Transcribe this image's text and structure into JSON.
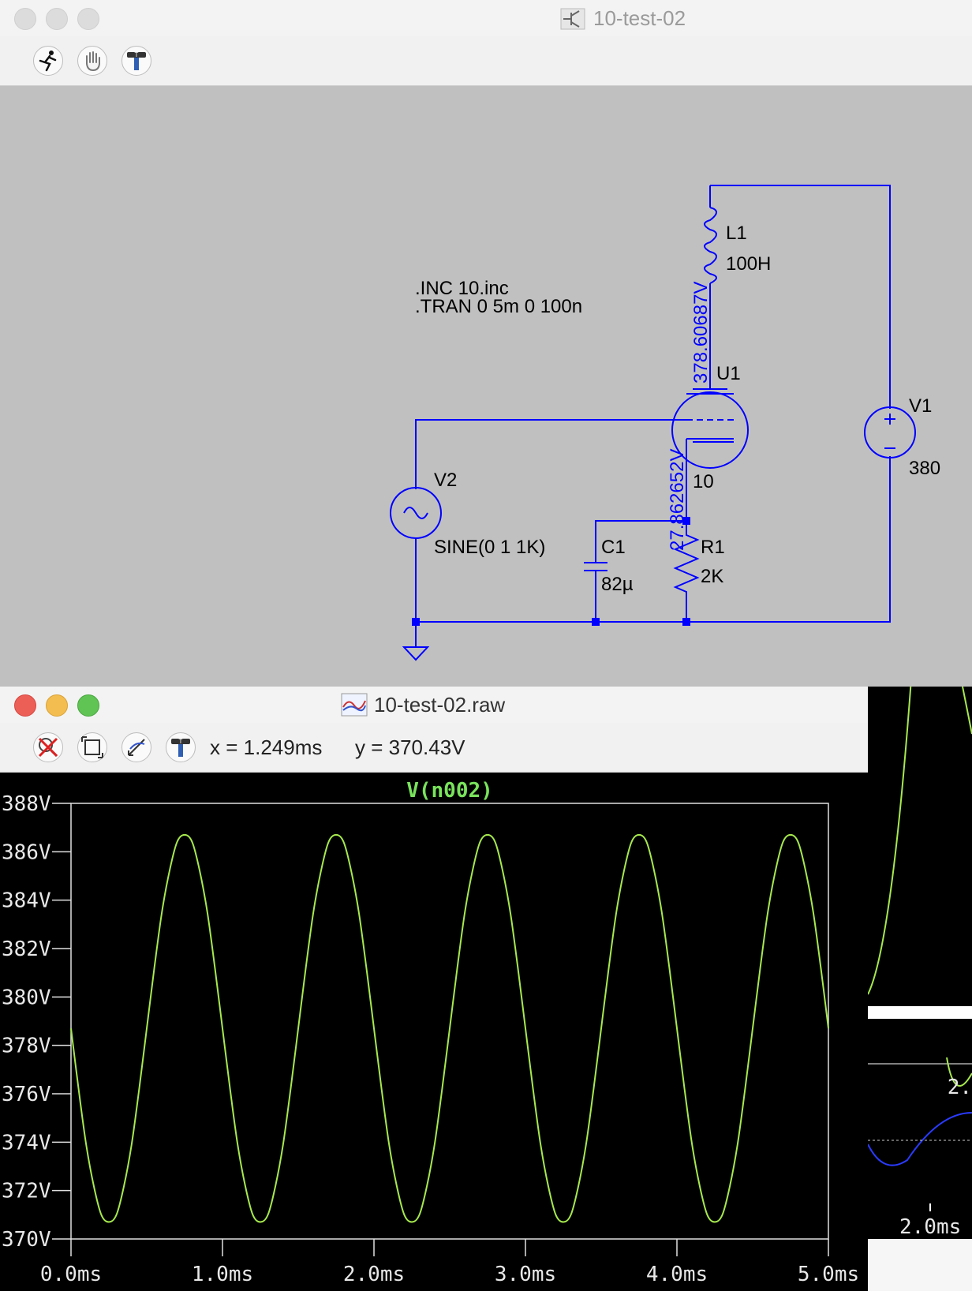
{
  "schematic_window": {
    "title": "10-test-02",
    "toolbar": {
      "icons": [
        "run-icon",
        "hand-icon",
        "hammer-icon"
      ]
    },
    "directives": [
      ".INC 10.inc",
      ".TRAN 0 5m 0 100n"
    ],
    "components": {
      "L1": {
        "name": "L1",
        "value": "100H"
      },
      "U1": {
        "name": "U1",
        "value": "10"
      },
      "V1": {
        "name": "V1",
        "value": "380"
      },
      "V2": {
        "name": "V2",
        "value": "SINE(0 1 1K)"
      },
      "C1": {
        "name": "C1",
        "value": "82µ"
      },
      "R1": {
        "name": "R1",
        "value": "2K"
      }
    },
    "node_voltages": {
      "plate": "378.60687V",
      "cathode": "27.862652V"
    },
    "colors": {
      "wire": "#0000ff",
      "background": "#c0c0c0"
    }
  },
  "waveform_window": {
    "title": "10-test-02.raw",
    "toolbar": {
      "icons": [
        "zoom-cancel-icon",
        "autorange-icon",
        "zoom-back-icon",
        "hammer-icon"
      ]
    },
    "readout": {
      "x": "x = 1.249ms",
      "y": "y = 370.43V"
    },
    "colors": {
      "trace": "#a6e94d",
      "background": "#000000",
      "trace_label": "#79e35c"
    }
  },
  "chart_data": {
    "type": "line",
    "title": "V(n002)",
    "xlabel": "",
    "ylabel": "",
    "xlim": [
      0,
      5
    ],
    "ylim": [
      370,
      388
    ],
    "x_ticks": [
      "0.0ms",
      "1.0ms",
      "2.0ms",
      "3.0ms",
      "4.0ms",
      "5.0ms"
    ],
    "y_ticks": [
      "388V",
      "386V",
      "384V",
      "382V",
      "380V",
      "378V",
      "376V",
      "374V",
      "372V",
      "370V"
    ],
    "series": [
      {
        "name": "V(n002)",
        "x": [
          0,
          0.05,
          0.1,
          0.15,
          0.2,
          0.25,
          0.3,
          0.35,
          0.4,
          0.45,
          0.5,
          0.55,
          0.6,
          0.65,
          0.7,
          0.75,
          0.8,
          0.85,
          0.9,
          0.95,
          1.0,
          1.05,
          1.1,
          1.15,
          1.2,
          1.25,
          1.3,
          1.35,
          1.4,
          1.45,
          1.5,
          1.55,
          1.6,
          1.65,
          1.7,
          1.75,
          1.8,
          1.85,
          1.9,
          1.95,
          2.0,
          2.05,
          2.1,
          2.15,
          2.2,
          2.25,
          2.3,
          2.35,
          2.4,
          2.45,
          2.5,
          2.55,
          2.6,
          2.65,
          2.7,
          2.75,
          2.8,
          2.85,
          2.9,
          2.95,
          3.0,
          3.05,
          3.1,
          3.15,
          3.2,
          3.25,
          3.3,
          3.35,
          3.4,
          3.45,
          3.5,
          3.55,
          3.6,
          3.65,
          3.7,
          3.75,
          3.8,
          3.85,
          3.9,
          3.95,
          4.0,
          4.05,
          4.1,
          4.15,
          4.2,
          4.25,
          4.3,
          4.35,
          4.4,
          4.45,
          4.5,
          4.55,
          4.6,
          4.65,
          4.7,
          4.75,
          4.8,
          4.85,
          4.9,
          4.95,
          5.0
        ],
        "y": [
          378.7,
          376.2,
          373.9,
          372.2,
          371.0,
          370.7,
          371.0,
          372.2,
          373.9,
          376.2,
          378.7,
          381.2,
          383.5,
          385.2,
          386.4,
          386.7,
          386.4,
          385.2,
          383.5,
          381.2,
          378.7,
          376.2,
          373.9,
          372.2,
          371.0,
          370.7,
          371.0,
          372.2,
          373.9,
          376.2,
          378.7,
          381.2,
          383.5,
          385.2,
          386.4,
          386.7,
          386.4,
          385.2,
          383.5,
          381.2,
          378.7,
          376.2,
          373.9,
          372.2,
          371.0,
          370.7,
          371.0,
          372.2,
          373.9,
          376.2,
          378.7,
          381.2,
          383.5,
          385.2,
          386.4,
          386.7,
          386.4,
          385.2,
          383.5,
          381.2,
          378.7,
          376.2,
          373.9,
          372.2,
          371.0,
          370.7,
          371.0,
          372.2,
          373.9,
          376.2,
          378.7,
          381.2,
          383.5,
          385.2,
          386.4,
          386.7,
          386.4,
          385.2,
          383.5,
          381.2,
          378.7,
          376.2,
          373.9,
          372.2,
          371.0,
          370.7,
          371.0,
          372.2,
          373.9,
          376.2,
          378.7,
          381.2,
          383.5,
          385.2,
          386.4,
          386.7,
          386.4,
          385.2,
          383.5,
          381.2,
          378.7
        ]
      }
    ]
  },
  "background_window": {
    "labels": [
      "2.",
      "2.0ms"
    ]
  }
}
